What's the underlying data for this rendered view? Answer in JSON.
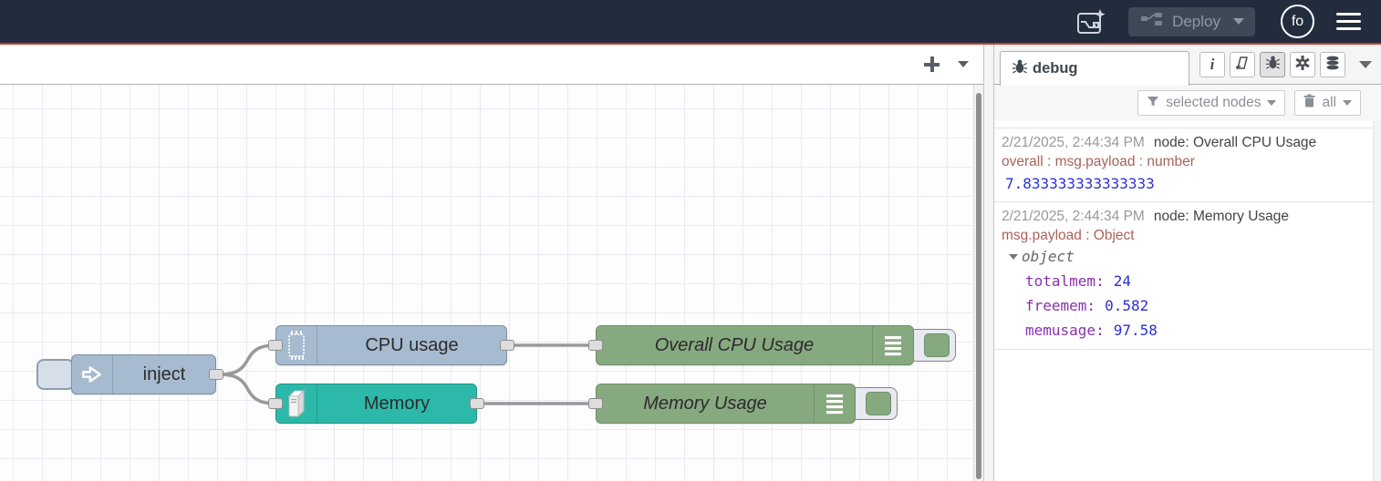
{
  "header": {
    "deploy_label": "Deploy",
    "user_initials": "fo"
  },
  "canvas": {
    "nodes": [
      {
        "label": "inject",
        "type": "inject",
        "color": "#a6bbcf",
        "icon": "inject-arrow-icon"
      },
      {
        "label": "CPU usage",
        "type": "cpu",
        "color": "#a6bbcf",
        "icon": "cpu-chip-icon"
      },
      {
        "label": "Memory",
        "type": "memory",
        "color": "#2cb9aa",
        "icon": "server-tower-icon"
      },
      {
        "label": "Overall CPU Usage",
        "type": "debug",
        "color": "#87a980",
        "icon": "debug-list-icon"
      },
      {
        "label": "Memory Usage",
        "type": "debug",
        "color": "#87a980",
        "icon": "debug-list-icon"
      }
    ]
  },
  "sidebar": {
    "tab_label": "debug",
    "filter_button_label": "selected nodes",
    "clear_button_label": "all",
    "messages": [
      {
        "timestamp": "2/21/2025, 2:44:34 PM",
        "source": "node: Overall CPU Usage",
        "path": "overall : msg.payload : number",
        "value": "7.833333333333333"
      },
      {
        "timestamp": "2/21/2025, 2:44:34 PM",
        "source": "node: Memory Usage",
        "path": "msg.payload : Object",
        "object_label": "object",
        "properties": [
          {
            "key": "totalmem:",
            "value": "24"
          },
          {
            "key": "freemem:",
            "value": "0.582"
          },
          {
            "key": "memusage:",
            "value": "97.58"
          }
        ]
      }
    ]
  },
  "colors": {
    "header_bg": "#222c3c",
    "header_red_line": "#c63d2f",
    "inject_node": "#a6bbcf",
    "memory_node": "#2cb9aa",
    "debug_node": "#87a980",
    "debug_path_text": "#a8635a",
    "debug_number_text": "#2b2fd4",
    "debug_key_text": "#8a30ae"
  },
  "icons": {
    "header": [
      "flow-sparkle-icon",
      "deploy-nodes-icon",
      "hamburger-menu-icon"
    ],
    "sidebar": [
      "bug-icon",
      "info-icon",
      "book-icon",
      "gear-icon",
      "database-icon"
    ],
    "toolbar": [
      "funnel-icon",
      "trash-icon"
    ]
  }
}
